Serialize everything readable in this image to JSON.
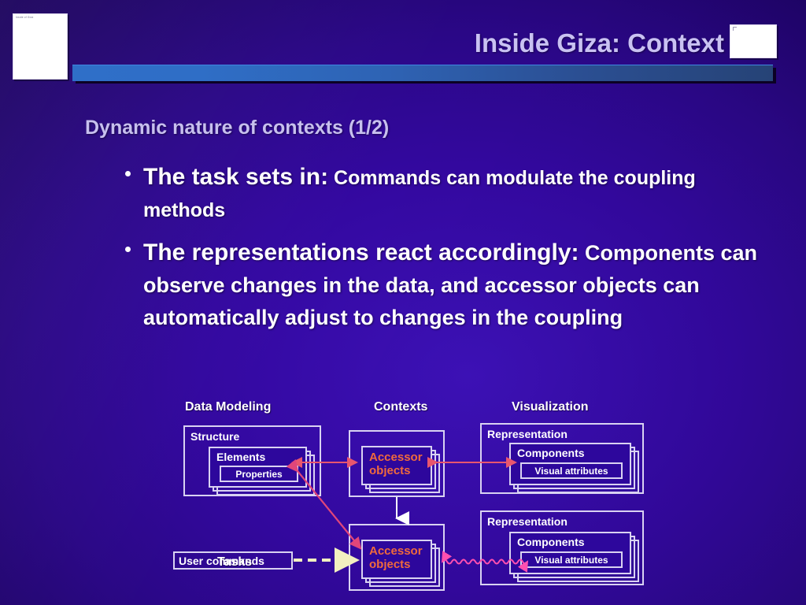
{
  "header": {
    "title": "Inside Giza: Context",
    "title_color": "#c9c2f2",
    "bar_color_left": "#2f6fc8",
    "bar_color_right": "#264376",
    "left_placeholder_text": "Inside of Giza",
    "left_box_label": "white-placeholder-box",
    "right_box_label": "white-placeholder-box"
  },
  "body": {
    "subhead": "Dynamic nature of contexts (1/2)",
    "bullets": [
      {
        "lead": "The task sets in:",
        "rest": " Commands can modulate the coupling methods"
      },
      {
        "lead": "The representations react accordingly:",
        "rest": " Components can observe changes in the data, and accessor objects can automatically adjust to changes in the coupling"
      }
    ]
  },
  "diagram": {
    "column_headings": {
      "data_modeling": "Data Modeling",
      "contexts": "Contexts",
      "visualization": "Visualization",
      "tasks": "Tasks"
    },
    "structure_group": {
      "label": "Structure",
      "elements_label": "Elements",
      "properties_label": "Properties"
    },
    "contexts": {
      "top_accessor_line1": "Accessor",
      "top_accessor_line2": "objects",
      "bottom_accessor_line1": "Accessor",
      "bottom_accessor_line2": "objects",
      "accessor_text_color": "#f06a3c"
    },
    "visualization": {
      "top": {
        "label": "Representation",
        "components_label": "Components",
        "visual_attributes_label": "Visual attributes"
      },
      "bottom": {
        "label": "Representation",
        "components_label": "Components",
        "visual_attributes_label": "Visual attributes"
      }
    },
    "tasks": {
      "user_commands_label": "User commands"
    },
    "connector_colors": {
      "properties_to_accessor": "#e8566e",
      "visual_to_accessor": "#e8566e",
      "accessor_to_properties_diagonal": "#e0467a",
      "context_flow_down": "#ffffff",
      "user_commands_dashed": "#f2f0c0",
      "squiggle": "#ff4fb0"
    }
  }
}
